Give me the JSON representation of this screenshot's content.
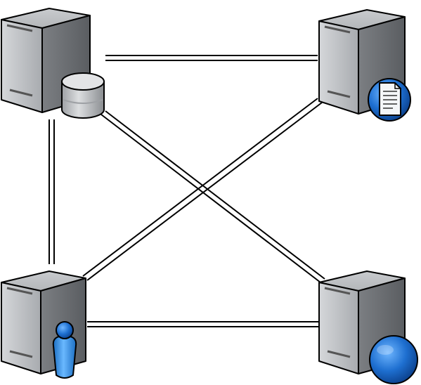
{
  "diagram": {
    "kind": "network",
    "nodes": [
      {
        "id": "db-server",
        "role": "database server",
        "badge": "database-cylinder-icon"
      },
      {
        "id": "doc-server",
        "role": "document server",
        "badge": "document-globe-icon"
      },
      {
        "id": "user-server",
        "role": "user server",
        "badge": "user-person-icon"
      },
      {
        "id": "web-server",
        "role": "web server",
        "badge": "globe-icon"
      }
    ],
    "links": [
      {
        "from": "db-server",
        "to": "doc-server"
      },
      {
        "from": "db-server",
        "to": "user-server"
      },
      {
        "from": "db-server",
        "to": "web-server"
      },
      {
        "from": "doc-server",
        "to": "user-server"
      },
      {
        "from": "user-server",
        "to": "web-server"
      }
    ],
    "colors": {
      "server_light": "#c4c6c9",
      "server_mid": "#8e9195",
      "server_dark": "#5d6064",
      "outline": "#000000",
      "link": "#000000",
      "globe_blue": "#1e6fd0",
      "person_blue": "#2d8fe0"
    }
  }
}
